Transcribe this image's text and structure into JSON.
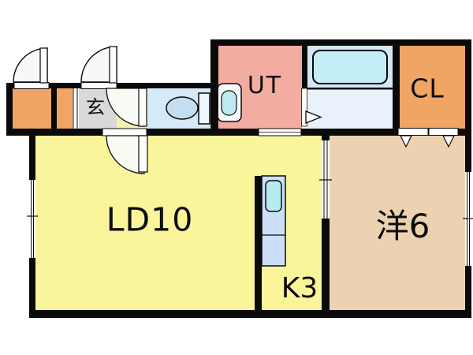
{
  "title": "apartment-floor-plan",
  "rooms": {
    "living_dining": {
      "label": "LD10",
      "color": "#FAF49B"
    },
    "kitchen": {
      "label": "K3",
      "color": "#FAF49B"
    },
    "western_room": {
      "label": "洋6",
      "color": "#EDD2B2"
    },
    "utility": {
      "label": "UT",
      "color": "#F2ACA0"
    },
    "closet": {
      "label": "CL",
      "color": "#F0A565"
    },
    "entrance": {
      "label": "玄",
      "color": "#D9D9D9"
    },
    "toilet_room": {
      "label": "",
      "color": "#D6E9F8"
    },
    "bathroom": {
      "label": "",
      "color": "#E9F2FB"
    }
  },
  "fixtures": [
    "bathtub",
    "toilet",
    "wash-basin",
    "kitchen-sink",
    "entry-closet"
  ],
  "colors": {
    "wall": "#0a0a0a",
    "bathtub": "#C2EDF6",
    "bath_floor_upper": "#D5E7F7",
    "kitchen_counter": "#CBE0F8",
    "sink": "#B7EBF3",
    "toilet_bowl": "#C5DFF2",
    "corridor": "#F6F1B4",
    "outline_text": "#0d0d0d"
  }
}
